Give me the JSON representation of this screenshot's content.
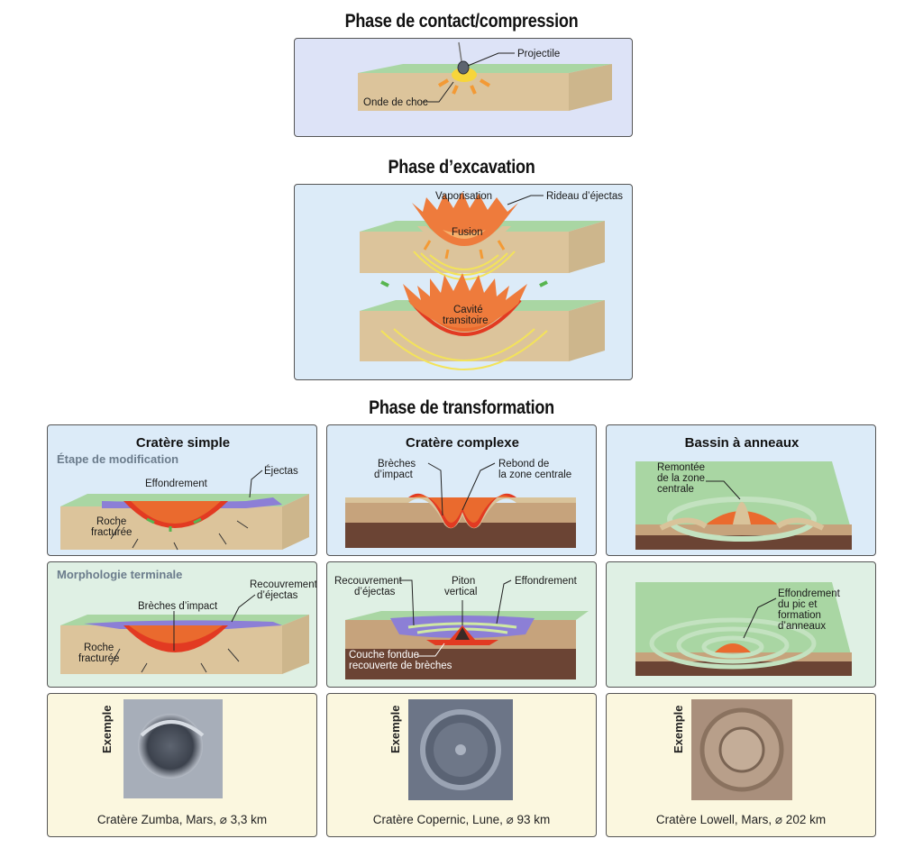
{
  "phases": {
    "contact": {
      "title": "Phase de contact/compression",
      "labels": {
        "projectile": "Projectile",
        "shock": "Onde de choc"
      }
    },
    "excavation": {
      "title": "Phase d’excavation",
      "labels": {
        "vaporisation": "Vaporisation",
        "curtain": "Rideau d’éjectas",
        "fusion": "Fusion",
        "cavity_1": "Cavité",
        "cavity_2": "transitoire"
      }
    },
    "transformation": {
      "title": "Phase de transformation"
    }
  },
  "columns": {
    "simple": {
      "header": "Cratère simple",
      "stage_modification": "Étape de modification",
      "mod_labels": {
        "collapse": "Effondrement",
        "ejecta": "Éjectas",
        "rock_1": "Roche",
        "rock_2": "fracturée"
      },
      "stage_terminal": "Morphologie terminale",
      "term_labels": {
        "breccia": "Brèches d’impact",
        "cover_1": "Recouvrement",
        "cover_2": "d’éjectas",
        "rock_1": "Roche",
        "rock_2": "fracturée"
      },
      "example_label": "Exemple",
      "caption": "Cratère Zumba, Mars, ⌀ 3,3 km"
    },
    "complex": {
      "header": "Cratère complexe",
      "mod_labels": {
        "breccia_1": "Brèches",
        "breccia_2": "d’impact",
        "rebound_1": "Rebond de",
        "rebound_2": "la zone centrale"
      },
      "term_labels": {
        "cover_1": "Recouvrement",
        "cover_2": "d’éjectas",
        "peak_1": "Piton",
        "peak_2": "vertical",
        "collapse": "Effondrement",
        "melt_1": "Couche fondue",
        "melt_2": "recouverte de brèches"
      },
      "example_label": "Exemple",
      "caption": "Cratère Copernic, Lune, ⌀ 93 km"
    },
    "ring": {
      "header": "Bassin à anneaux",
      "mod_labels": {
        "rise_1": "Remontée",
        "rise_2": "de la zone",
        "rise_3": "centrale"
      },
      "term_labels": {
        "l1": "Effondrement",
        "l2": "du pic et",
        "l3": "formation",
        "l4": "d’anneaux"
      },
      "example_label": "Exemple",
      "caption": "Cratère Lowell, Mars, ⌀ 202 km"
    }
  },
  "colors": {
    "contact_bg": "#dde3f7",
    "excavation_bg": "#dcebf8",
    "modification_bg": "#dcebf8",
    "terminal_bg": "#dff0e4",
    "example_bg": "#fbf7df",
    "ground": "#d9c39a",
    "grass": "#9ccf9a",
    "melt": "#e8562e",
    "ejecta": "#8c7fd6"
  }
}
